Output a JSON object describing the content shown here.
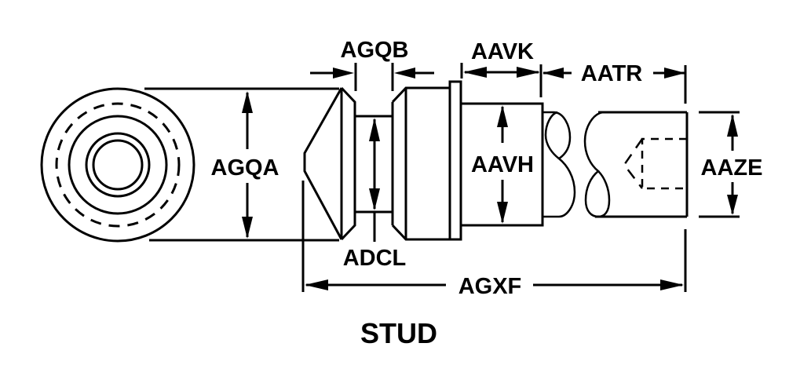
{
  "diagram": {
    "title": "STUD",
    "labels": {
      "agqa": "AGQA",
      "agqb": "AGQB",
      "aavk": "AAVK",
      "aatr": "AATR",
      "aavh": "AAVH",
      "aaze": "AAZE",
      "adcl": "ADCL",
      "agxf": "AGXF"
    }
  },
  "colors": {
    "line": "#000000",
    "background": "#ffffff"
  }
}
